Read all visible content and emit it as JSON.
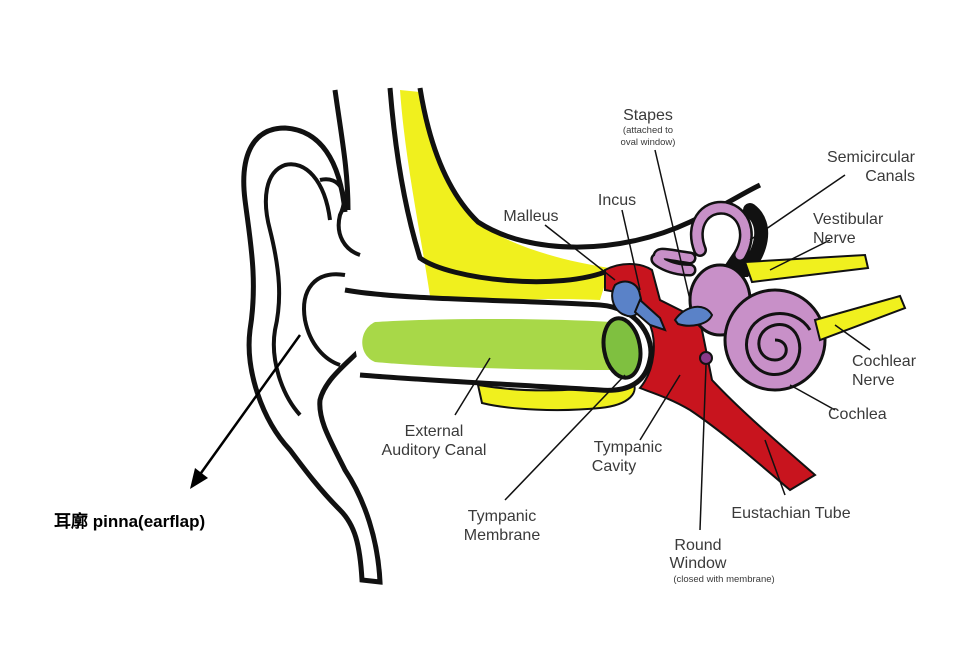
{
  "pinna_label": "耳廓 pinna(earflap)",
  "labels": {
    "stapes": "Stapes",
    "stapes_note_1": "(attached to",
    "stapes_note_2": "oval window)",
    "semicircular_1": "Semicircular",
    "semicircular_2": "Canals",
    "incus": "Incus",
    "malleus": "Malleus",
    "vestibular_1": "Vestibular",
    "vestibular_2": "Nerve",
    "cochlear_nerve_1": "Cochlear",
    "cochlear_nerve_2": "Nerve",
    "cochlea": "Cochlea",
    "external_1": "External",
    "external_2": "Auditory Canal",
    "tympanic_cavity_1": "Tympanic",
    "tympanic_cavity_2": "Cavity",
    "tympanic_membrane_1": "Tympanic",
    "tympanic_membrane_2": "Membrane",
    "eustachian": "Eustachian Tube",
    "round_window_1": "Round",
    "round_window_2": "Window",
    "round_window_note": "(closed with membrane)"
  },
  "colors": {
    "bone": "#f0f01e",
    "canal": "#a8d848",
    "cavity": "#c8141e",
    "inner_ear": "#c890c8",
    "ossicles": "#5a82c8",
    "outline": "#111111"
  }
}
